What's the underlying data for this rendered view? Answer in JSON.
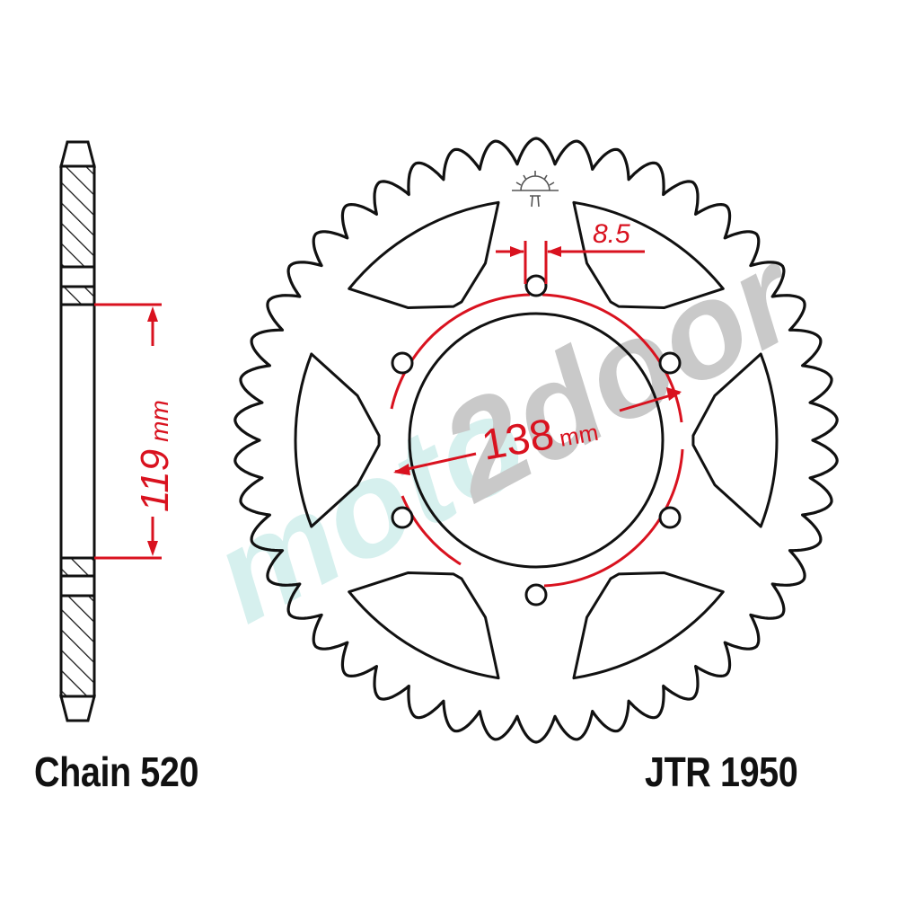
{
  "title": "JTR 1950 rear sprocket dimension drawing",
  "labels": {
    "chain": "Chain 520",
    "part_number": "JTR 1950"
  },
  "dimensions": {
    "side_width": {
      "value": "119",
      "unit": "mm"
    },
    "pcd": {
      "value": "138",
      "unit": "mm"
    },
    "bolt_hole": {
      "value": "8.5"
    }
  },
  "watermark": {
    "part1": "moto",
    "part2": "2door",
    "color1": "#d6f0ee",
    "color2": "#c8c8c8"
  },
  "sprocket": {
    "teeth": 46,
    "bolt_holes": 6,
    "windows": 6
  },
  "colors": {
    "outline": "#111111",
    "dimension": "#d9121f",
    "hatch": "#111111"
  }
}
